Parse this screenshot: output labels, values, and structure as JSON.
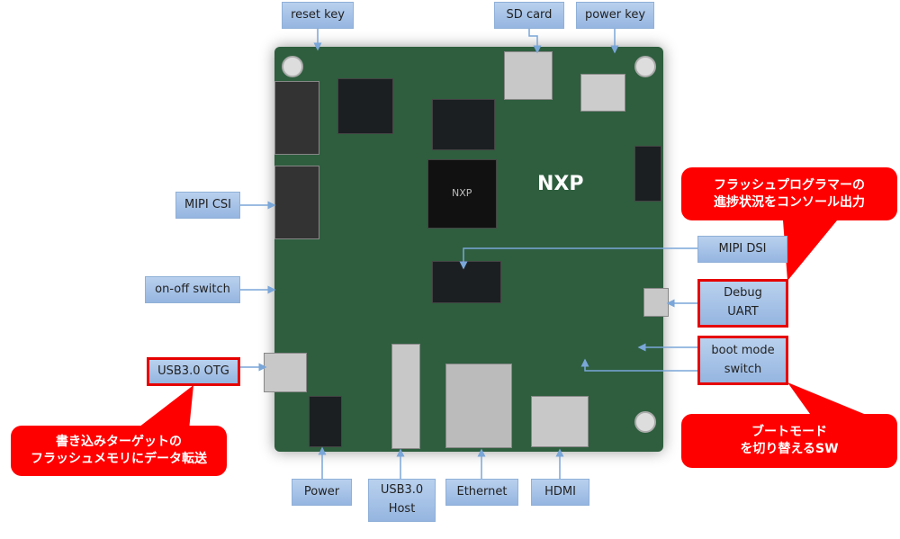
{
  "board": {
    "logo": "NXP"
  },
  "labels": {
    "reset_key": "reset key",
    "sd_card": "SD card",
    "power_key": "power key",
    "mipi_csi": "MIPI CSI",
    "on_off_switch": "on-off switch",
    "usb_otg": "USB3.0 OTG",
    "power": "Power",
    "usb_host_1": "USB3.0",
    "usb_host_2": "Host",
    "ethernet": "Ethernet",
    "hdmi": "HDMI",
    "mipi_dsi": "MIPI DSI",
    "debug_1": "Debug",
    "debug_2": "UART",
    "boot_1": "boot mode",
    "boot_2": "switch"
  },
  "callouts": {
    "uart_1": "フラッシュプログラマーの",
    "uart_2": "進捗状況をコンソール出力",
    "boot_1": "ブートモード",
    "boot_2": "を切り替えるSW",
    "otg_1": "書き込みターゲットの",
    "otg_2": "フラッシュメモリにデータ転送"
  },
  "colors": {
    "callout": "#ff0000",
    "label": "#a6c3e8",
    "board": "#2e5e3e"
  }
}
